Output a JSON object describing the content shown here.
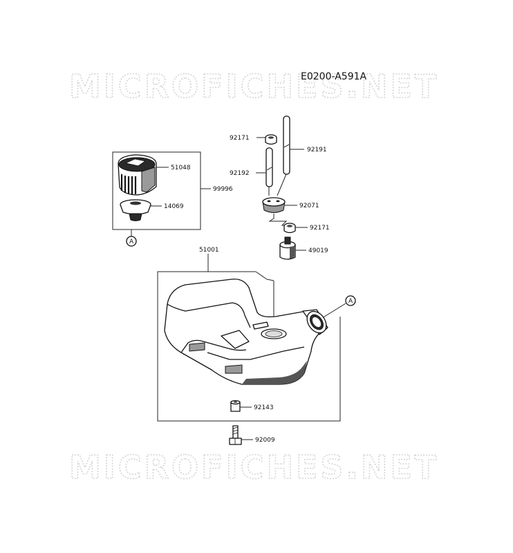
{
  "diagram": {
    "reference_code": "E0200-A591A",
    "watermark_text": "MICROFICHES.NET",
    "callout_letter": "A",
    "part_labels": {
      "p92171_top": "92171",
      "p92191": "92191",
      "p92192": "92192",
      "p51048": "51048",
      "p99996": "99996",
      "p14069": "14069",
      "p92071": "92071",
      "p92171_bottom": "92171",
      "p49019": "49019",
      "p51001": "51001",
      "p92143": "92143",
      "p92009": "92009"
    }
  }
}
